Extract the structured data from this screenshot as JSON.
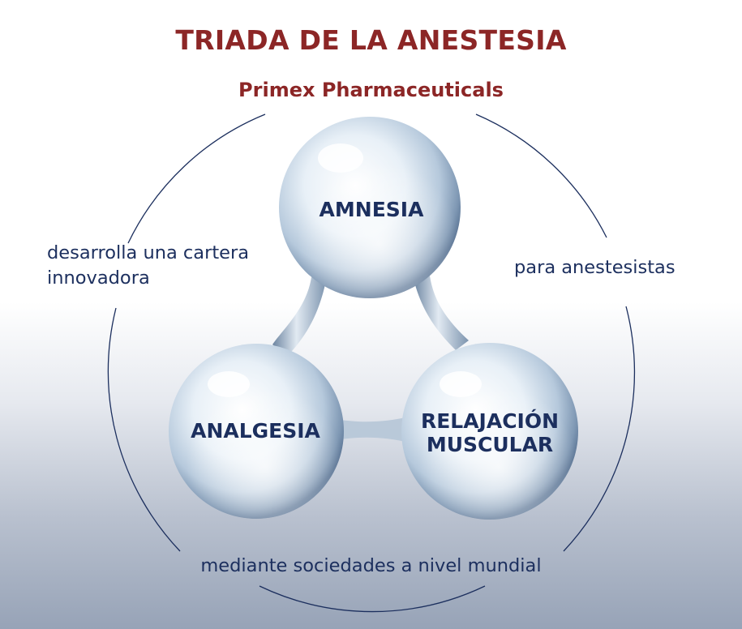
{
  "header": {
    "title": "TRIADA DE LA ANESTESIA",
    "subtitle": "Primex Pharmaceuticals"
  },
  "ring_text": {
    "left": "desarrolla una cartera innovadora",
    "right": "para anestesistas",
    "bottom": "mediante sociedades a nivel mundial"
  },
  "spheres": {
    "amnesia": "AMNESIA",
    "analgesia": "ANALGESIA",
    "relajacion_line1": "RELAJACIÓN",
    "relajacion_line2": "MUSCULAR"
  },
  "colors": {
    "title": "#8c2626",
    "text": "#1c2f5e",
    "ring": "#1c2f5e"
  }
}
